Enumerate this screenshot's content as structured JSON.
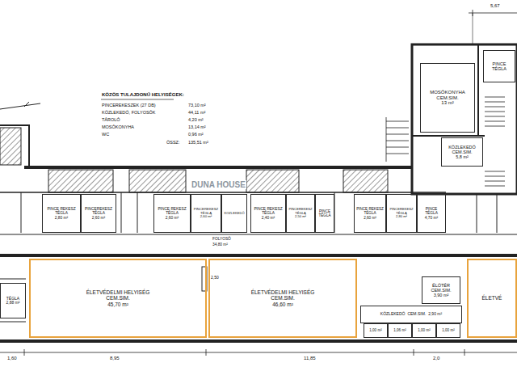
{
  "diagram": {
    "nodes": [
      {
        "text": [
          "PINCE",
          "TÉGLA"
        ]
      },
      {
        "text": [
          "MOSÓKONYHA",
          "CEM.SIM.",
          "13 m²"
        ]
      },
      {
        "text": [
          "KÖZLEKEDŐ",
          "CEM.SIM.",
          "5,8 m²"
        ]
      },
      {
        "text": [
          "PINCE REKESZ",
          "TÉGLA",
          "2,80 m²"
        ]
      },
      {
        "text": [
          "PINCEREKESZ",
          "TÉGLA",
          "2,60 m²"
        ]
      },
      {
        "text": [
          "PINCE REKESZ",
          "TÉGLA",
          "2,60 m²"
        ]
      },
      {
        "text": [
          "PINCEREKESZ",
          "TÉGLA",
          "2,60 m²"
        ]
      },
      {
        "text": [
          "KÖZLEKEDŐ"
        ]
      },
      {
        "text": [
          "PINCE REKESZ",
          "TÉGLA",
          "2,40 m²"
        ]
      },
      {
        "text": [
          "PINCEREKESZ",
          "TÉGLA",
          "2,50 m²"
        ]
      },
      {
        "text": [
          "PINCE",
          "TÉGLA"
        ]
      },
      {
        "text": [
          "PINCE REKESZ",
          "TÉGLA",
          "2,60 m²"
        ]
      },
      {
        "text": [
          "PINCEREKESZ",
          "TÉGLA",
          "2,80 m²"
        ]
      },
      {
        "text": [
          "PINCE",
          "TÉGLA",
          "4,70 m²"
        ]
      },
      {
        "text": [
          "TÉGLA",
          "2,88 m²"
        ]
      },
      {
        "text": [
          "ÉLETVÉDELMI HELYISÉG",
          "CEM.SIM.",
          "45,70 m²"
        ]
      },
      {
        "text": [
          "ÉLETVÉDELMI HELYISÉG",
          "CEM.SIM.",
          "46,60 m²"
        ]
      },
      {
        "text": [
          "ÉLŐTÉR",
          "CEM.SIM.",
          "3,90 m²"
        ]
      },
      {
        "text": [
          "ÉLETVÉ"
        ]
      },
      {
        "text": [
          "KÖZLEKEDŐ",
          "CEM.SIM.",
          "2,90 m²"
        ]
      },
      {
        "text": [
          "1,00 m²"
        ]
      },
      {
        "text": [
          "1,06 m²"
        ]
      },
      {
        "text": [
          "1,00 m²"
        ]
      },
      {
        "text": [
          "1,00 m²"
        ]
      }
    ],
    "labels": [
      "KÖZÖS TULAJDONÚ HELYISÉGEK:",
      "PINCEREKESZEK (27 DB)",
      "73,10 m²",
      "KÖZLEKEDŐ, FOLYOSÓK",
      "44,11 m²",
      "TÁROLÓ",
      "4,20 m²",
      "MOSÓKONYHA",
      "13,14 m²",
      "WC",
      "0,96 m²",
      "ÖSSZ:",
      "135,51 m²",
      "5,67",
      "DUNA HOUSE",
      "FOLYOSÓ",
      "34,80 m²",
      "2,50",
      "1,60",
      "8,95",
      "11,85",
      "2,0"
    ]
  }
}
